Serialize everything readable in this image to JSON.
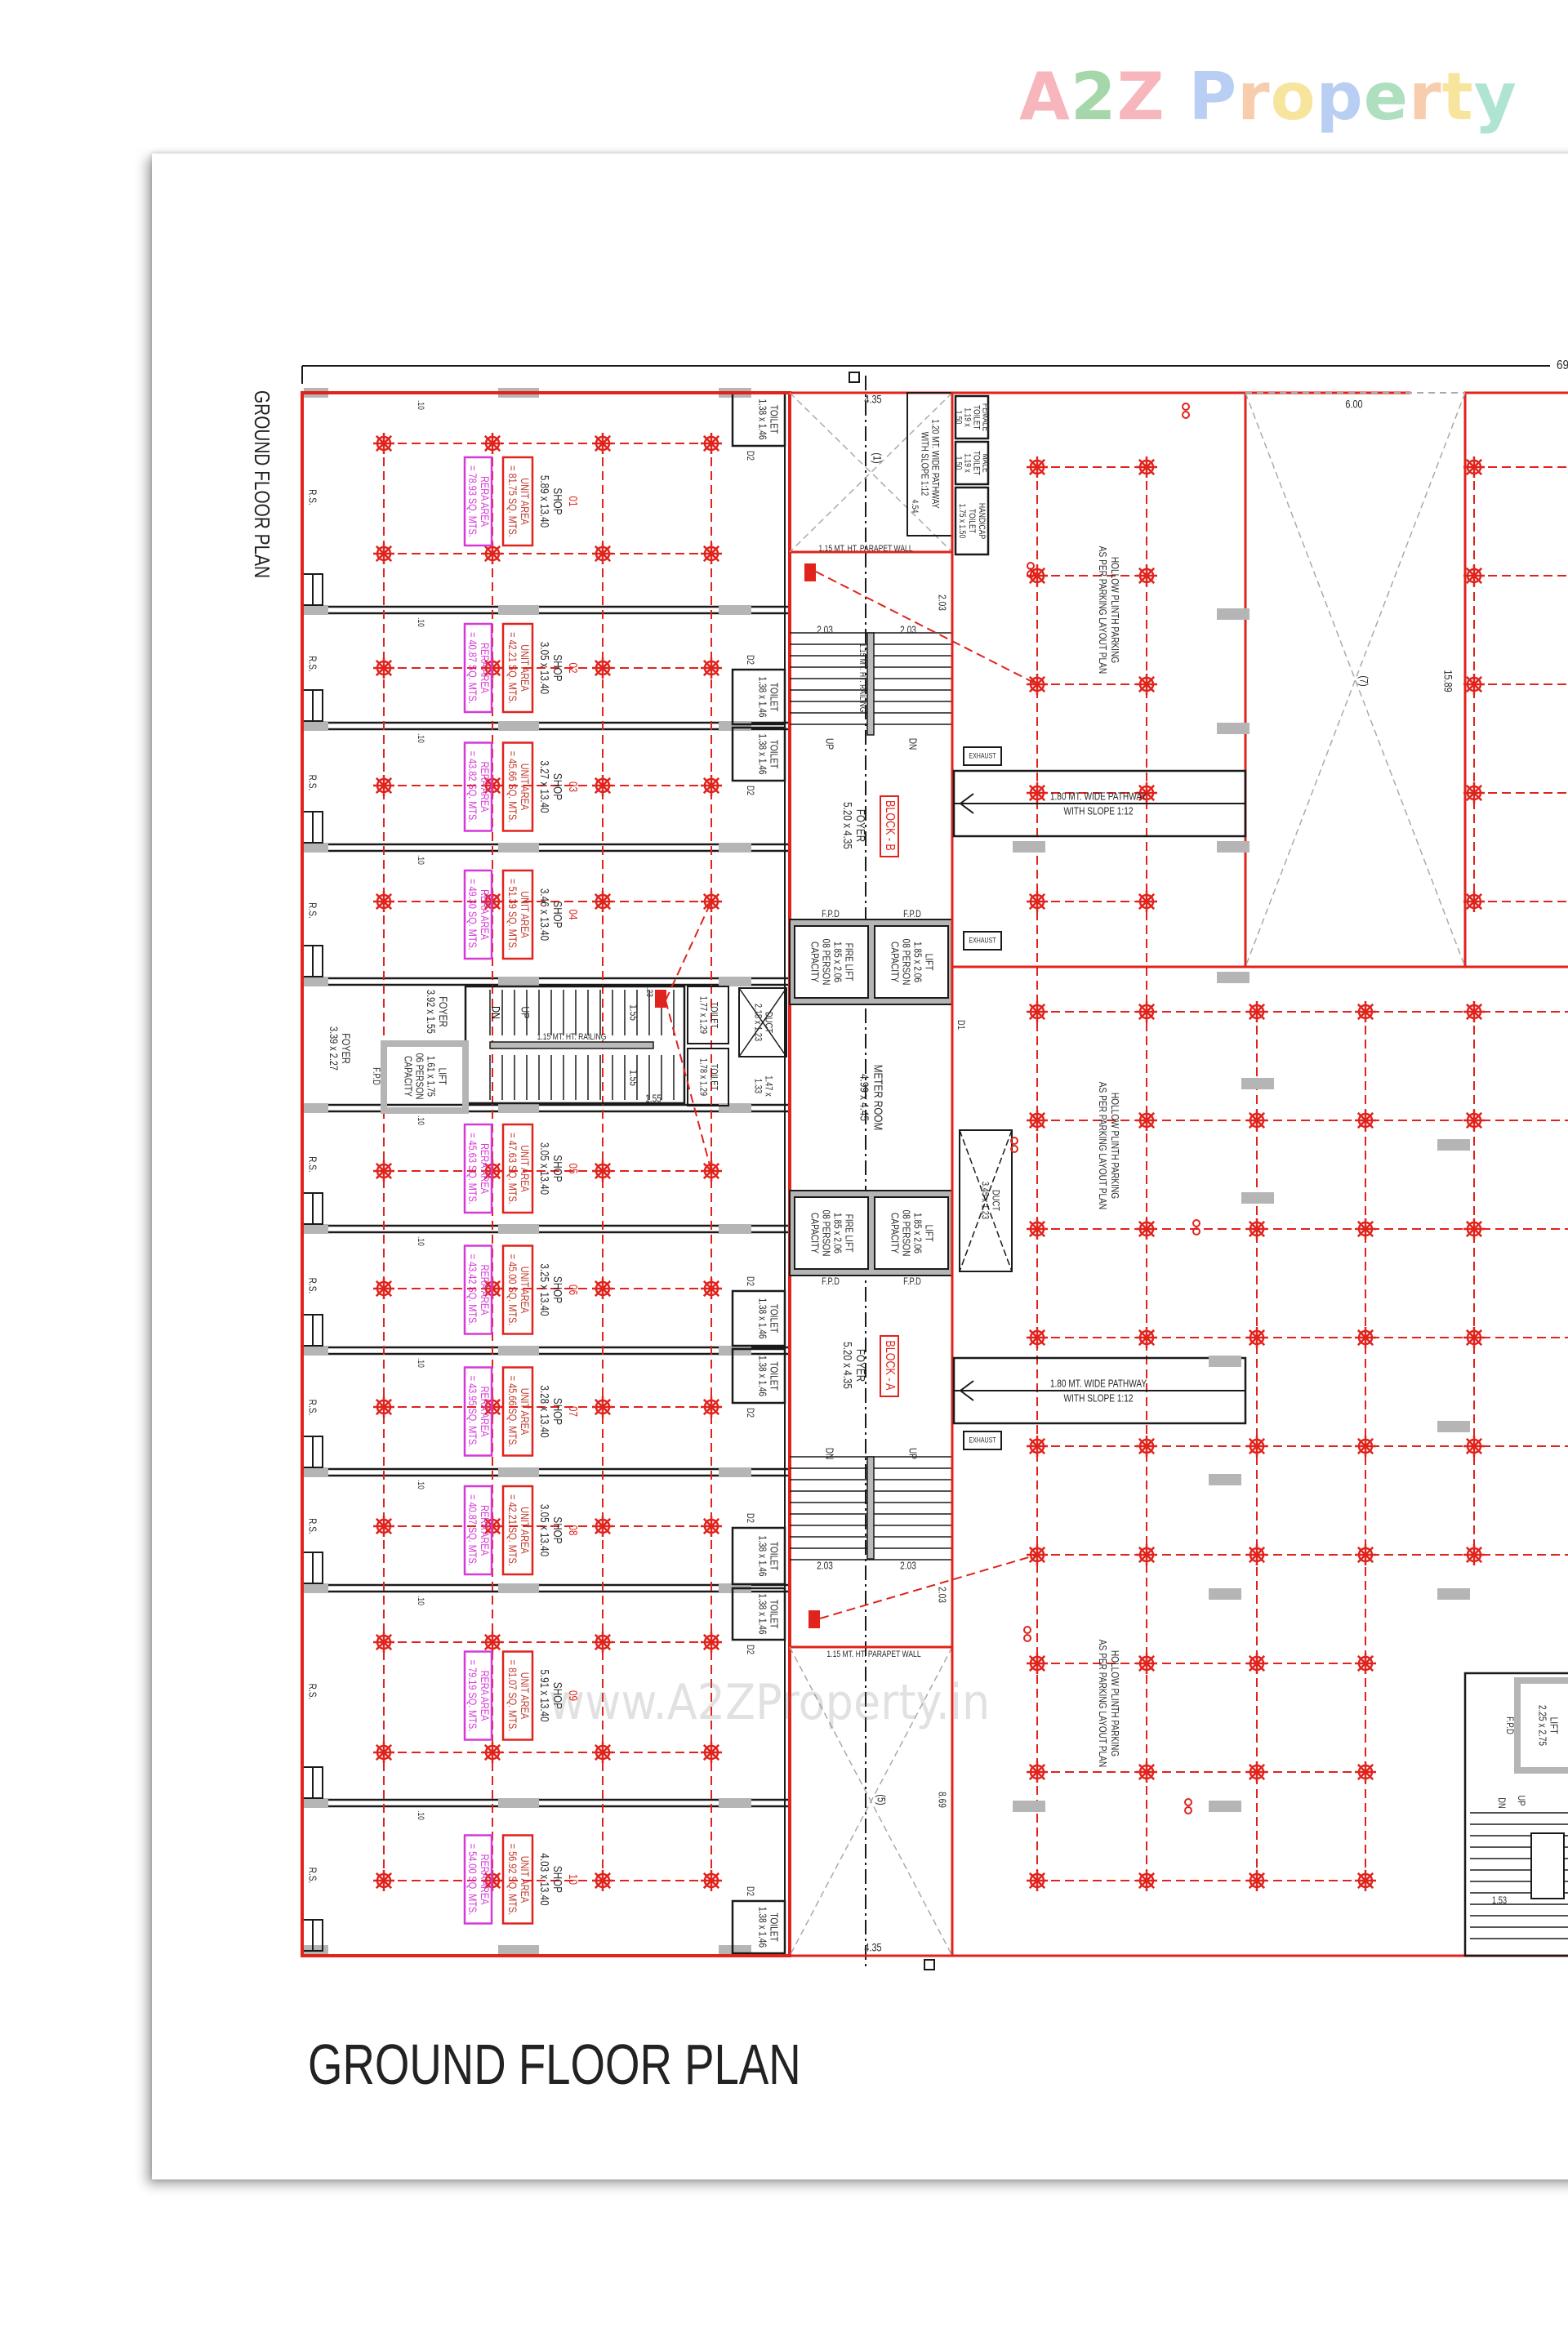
{
  "logo": {
    "text": "A2Z Property",
    "colors": [
      "#ef7b86",
      "#5fb865",
      "#ef7b86",
      "#7fa8ea",
      "#f2a66b",
      "#f2cf4e",
      "#7fa8ea",
      "#6cc58b",
      "#f2a66b",
      "#f2cf4e",
      "#6fcfb0"
    ]
  },
  "title": "GROUND FLOOR PLAN",
  "side_title": "GROUND FLOOR PLAN",
  "overall_dimension": "69.",
  "watermark": "www.A2ZProperty.in",
  "colors": {
    "boundary_red": "#e0231c",
    "rera_magenta": "#d63ad6",
    "wall_black": "#1a1a1a",
    "column_gray": "#b5b5b5"
  },
  "labels": {
    "rs": "R.S.",
    "wall": ".10",
    "wall_23": ".23",
    "shop": "SHOP",
    "unit_area": "UNIT AREA",
    "rera_area": "RERA AREA",
    "toilet": "TOILET",
    "d1": "D1",
    "d2": "D2",
    "fpd": "F.P.D",
    "up": "UP",
    "dn": "DN",
    "fire_lift": "FIRE LIFT",
    "lift": "LIFT",
    "persons_8": "08 PERSON",
    "persons_6": "06 PERSON",
    "capacity": "CAPACITY",
    "foyer": "FOYER",
    "exhaust": "EXHAUST",
    "duct": "DUCT"
  },
  "shops": [
    {
      "no": "01",
      "size": "5.89 x 13.40",
      "unit_area": "= 81.75 SQ. MTS.",
      "rera_area": "= 78.93 SQ. MTS."
    },
    {
      "no": "02",
      "size": "3.05 x 13.40",
      "unit_area": "= 42.21 SQ. MTS.",
      "rera_area": "= 40.87 SQ. MTS."
    },
    {
      "no": "03",
      "size": "3.27 x 13.40",
      "unit_area": "= 45.66 SQ. MTS.",
      "rera_area": "= 43.82 SQ. MTS."
    },
    {
      "no": "04",
      "size": "3.46 x 13.40",
      "unit_area": "= 51.39 SQ. MTS.",
      "rera_area": "= 49.30 SQ. MTS."
    },
    {
      "no": "05",
      "size": "3.05 x 13.40",
      "unit_area": "= 47.63 SQ. MTS.",
      "rera_area": "= 45.63 SQ. MTS."
    },
    {
      "no": "06",
      "size": "3.25 x 13.40",
      "unit_area": "= 45.00 SQ. MTS.",
      "rera_area": "= 43.42 SQ. MTS."
    },
    {
      "no": "07",
      "size": "3.28 x 13.40",
      "unit_area": "= 45.66 SQ. MTS.",
      "rera_area": "= 43.95 SQ. MTS."
    },
    {
      "no": "08",
      "size": "3.05 x 13.40",
      "unit_area": "= 42.21 SQ. MTS.",
      "rera_area": "= 40.87 SQ. MTS."
    },
    {
      "no": "09",
      "size": "5.91 x 13.40",
      "unit_area": "= 81.07 SQ. MTS.",
      "rera_area": "= 79.19 SQ. MTS."
    },
    {
      "no": "10",
      "size": "4.03 x 13.40",
      "unit_area": "= 56.92 SQ. MTS.",
      "rera_area": "= 54.00 SQ. MTS."
    }
  ],
  "toilet_size": "1.38 x 1.46",
  "central_core": {
    "foyer_1": "3.92 x 1.55",
    "foyer_2": "3.39 x 2.27",
    "lift_size": "1.61 x 1.75",
    "toilet_1": "1.77 x 1.29",
    "toilet_2": "1.78 x 1.29",
    "duct_size": "2.18 x 1.23",
    "shaft_size": "1.47 x",
    "shaft_size_2": "1.33",
    "stair_dim": "1.55",
    "railing": "1.15 MT. HT. RAILING"
  },
  "corridor": {
    "width_top": "4.35",
    "width_bottom": "4.35",
    "void_top": "(1)",
    "void_bottom": "(5)",
    "parapet": "1.15 MT. HT. PARAPET WALL",
    "stair_dim": "2.03",
    "railing": "1.15 MT. HT. RAILING",
    "block_b": "BLOCK - B",
    "block_a": "BLOCK - A",
    "foyer_size": "5.20 x 4.35",
    "lift_size": "1.85 x 2.06",
    "meter_room": "METER ROOM",
    "meter_size": "4.99 x 4.45",
    "duct_size": "3.45 x 1.23",
    "depth": "8.69"
  },
  "amenities": {
    "female": "FEMALE",
    "male": "MALE",
    "handicap": "HANDICAP",
    "small_size_1": "1.19 x",
    "small_size_2": "1.50",
    "handicap_size": "1.75 x 1.50",
    "pathway_1": "1.20 MT. WIDE PATHWAY",
    "pathway_2": "WITH SLOPE 1:12",
    "pathway_len": "4.54"
  },
  "parking": {
    "label_1": "HOLLOW PLINTH PARKING",
    "label_2": "AS PER PARKING LAYOUT PLAN",
    "ramp_1": "1.80 MT. WIDE PATHWAY",
    "ramp_2": "WITH SLOPE 1:12",
    "void_width": "6.00",
    "void_label": "(7)",
    "void_depth": "15.89"
  },
  "right_block": {
    "lift_size": "2.25 x 2.75",
    "stair_dim": "1.53"
  }
}
